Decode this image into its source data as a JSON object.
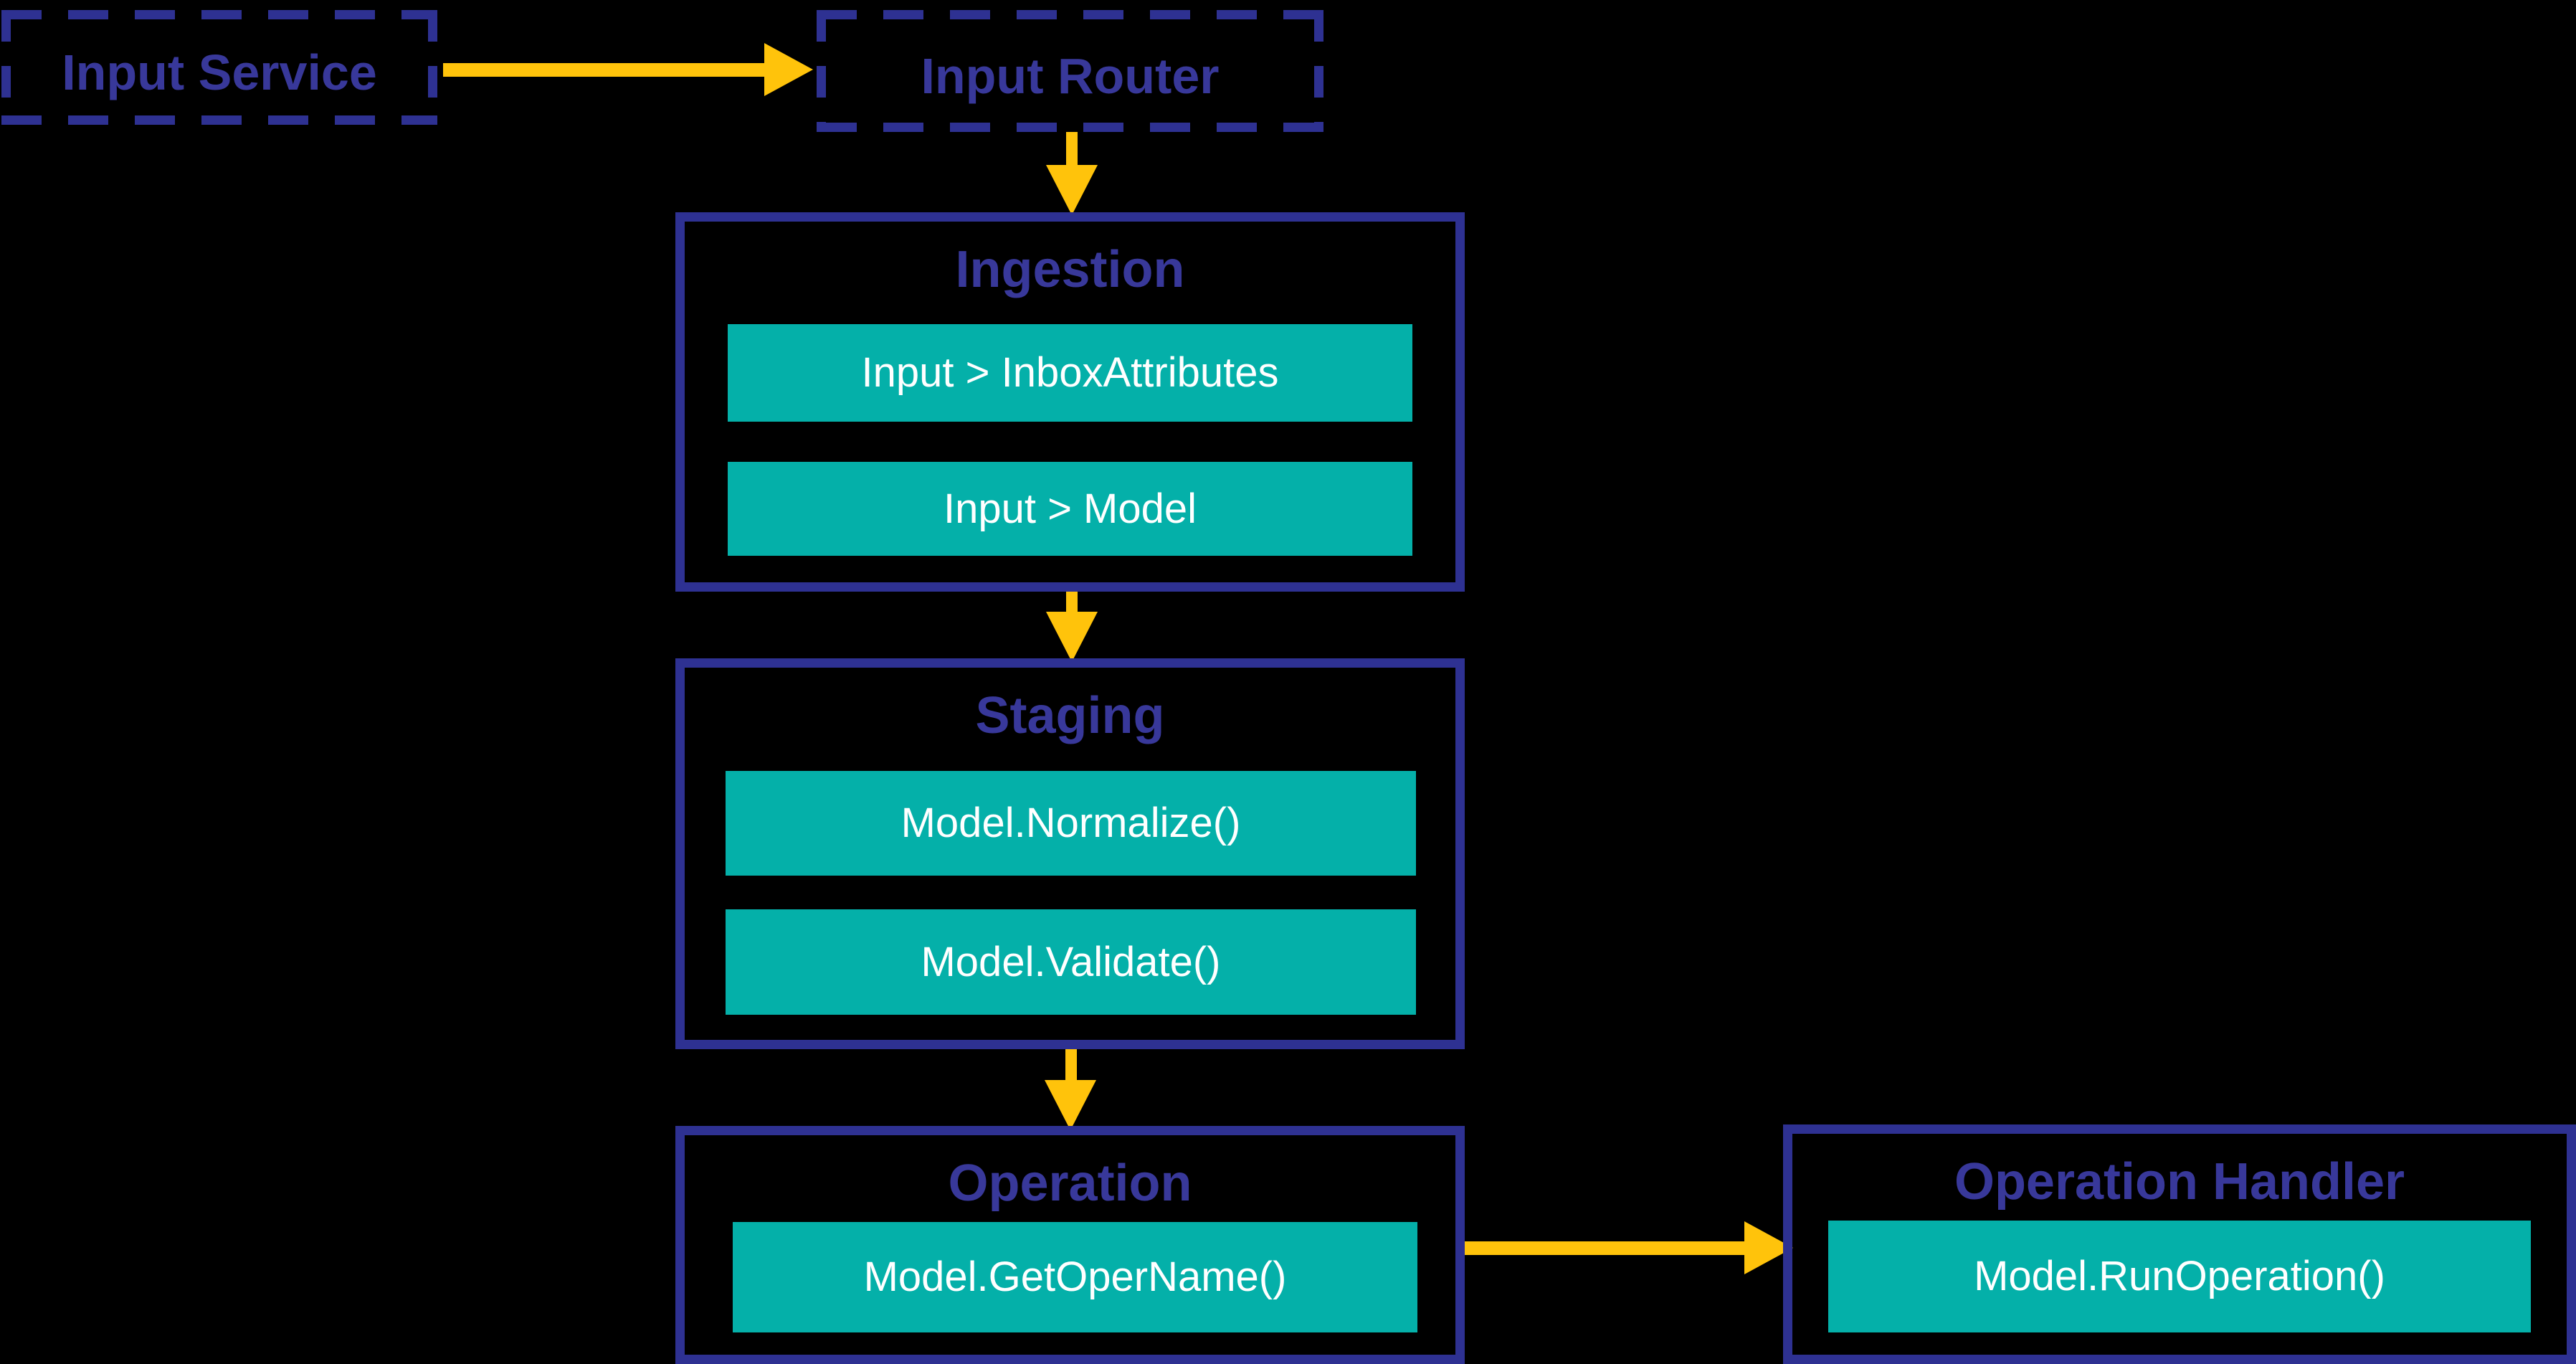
{
  "colors": {
    "navy": "#2E3192",
    "navy_text": "#38389A",
    "teal": "#04B0A9",
    "yellow": "#FFC30B",
    "step_text": "#FFFFFF",
    "background": "#000000"
  },
  "diagram": {
    "input_service": {
      "label": "Input Service"
    },
    "input_router": {
      "label": "Input Router"
    },
    "ingestion": {
      "title": "Ingestion",
      "steps": [
        "Input > InboxAttributes",
        "Input > Model"
      ]
    },
    "staging": {
      "title": "Staging",
      "steps": [
        "Model.Normalize()",
        "Model.Validate()"
      ]
    },
    "operation": {
      "title": "Operation",
      "steps": [
        "Model.GetOperName()"
      ]
    },
    "operation_handler": {
      "title": "Operation Handler",
      "steps": [
        "Model.RunOperation()"
      ]
    }
  }
}
